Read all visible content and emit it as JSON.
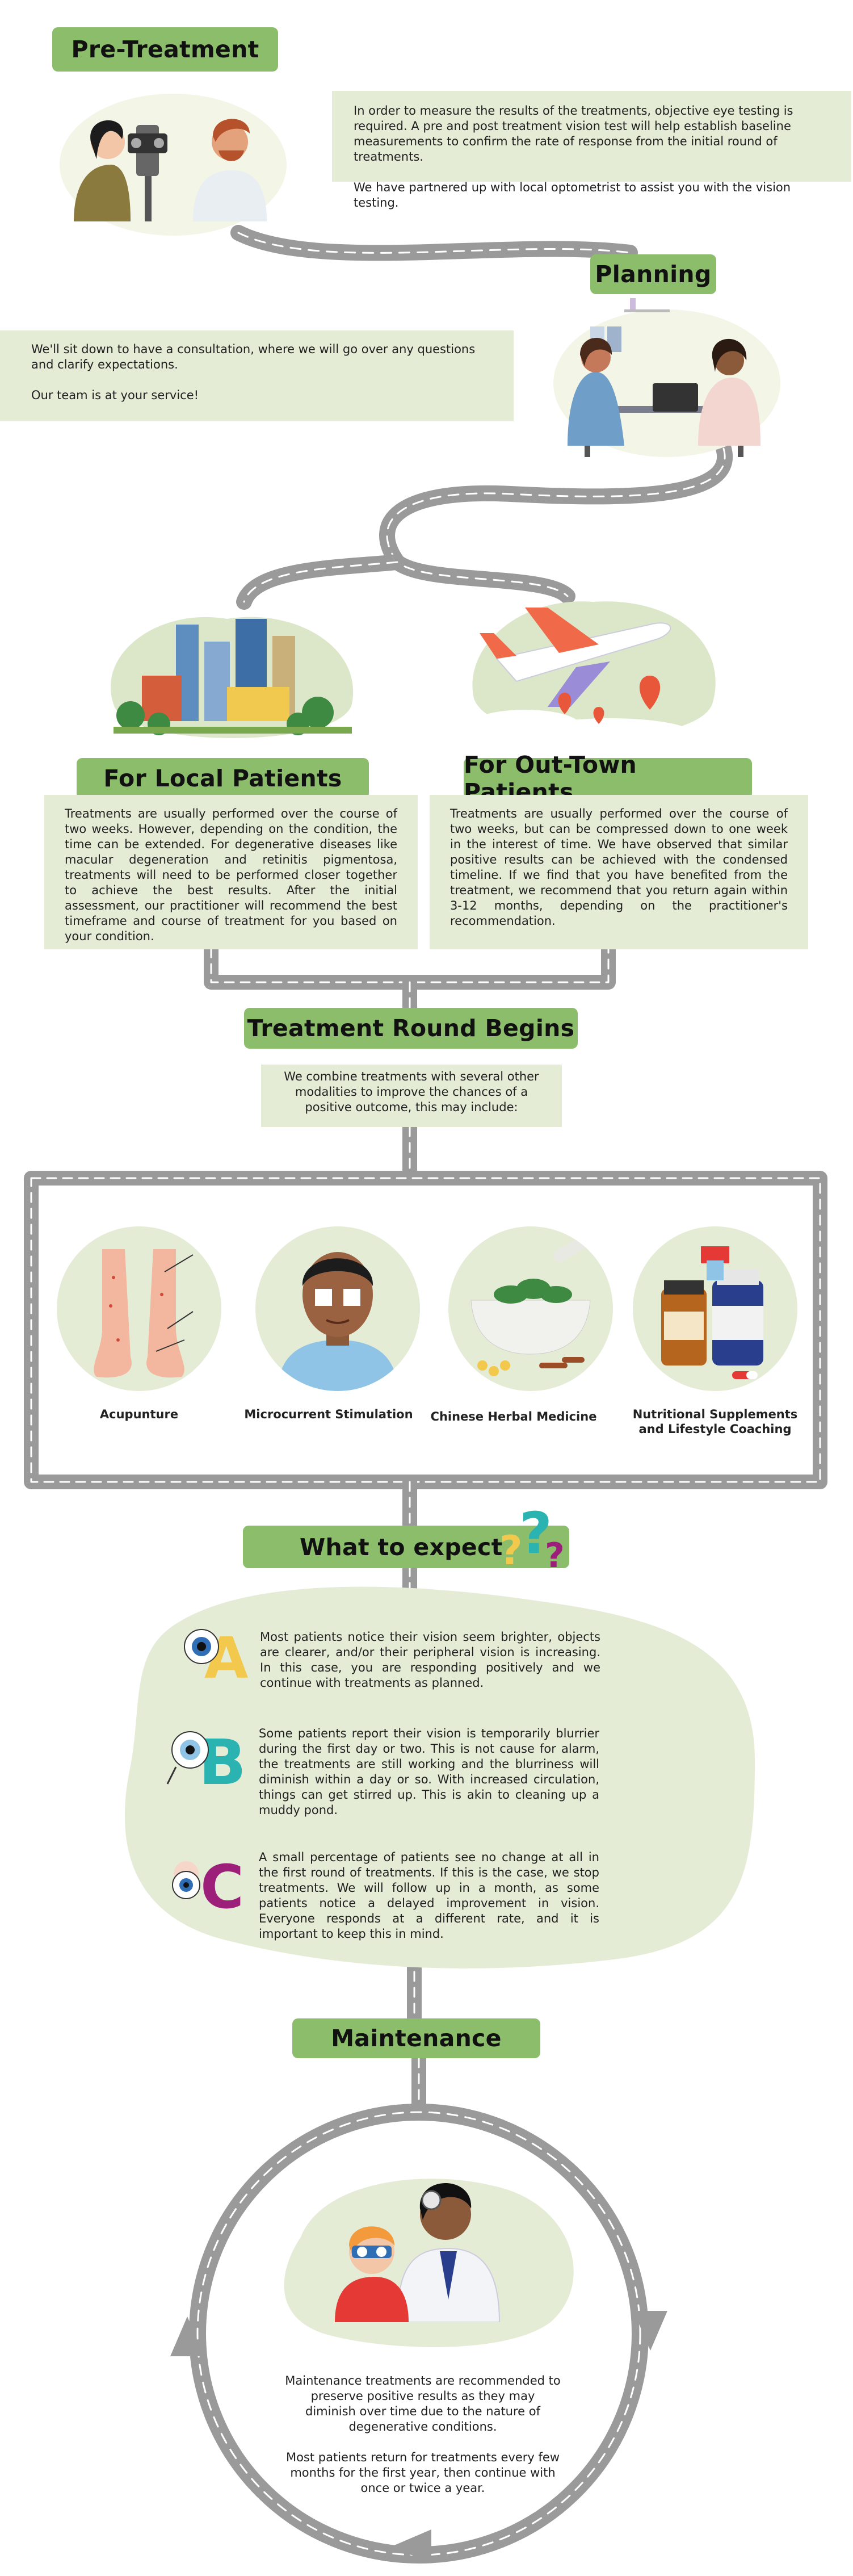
{
  "colors": {
    "accent_green": "#8cbd6a",
    "panel_green": "#e4ecd6",
    "road_gray": "#9a9a9a",
    "road_dash": "#ffffff"
  },
  "pretreatment": {
    "title": "Pre-Treatment",
    "paragraphs": [
      "In order to measure the results of the treatments, objective eye testing is required. A pre and post treatment vision test will help establish baseline measurements to confirm the rate of response from the initial round of treatments.",
      "We have partnered up with local optometrist to assist you with the vision testing."
    ]
  },
  "planning": {
    "title": "Planning",
    "paragraphs": [
      "We'll sit down to have a consultation, where we will go over any questions and clarify expectations.",
      "Our team is at your service!"
    ]
  },
  "local": {
    "title": "For Local Patients",
    "text": "Treatments are usually performed over the course of two weeks. However, depending on the condition, the time can be extended. For degenerative diseases like macular degeneration and retinitis pigmentosa, treatments will need to be performed closer together to achieve the best results. After the initial assessment, our practitioner will recommend the best timeframe and course of treatment for you based on your condition."
  },
  "outtown": {
    "title": "For Out-Town Patients",
    "text": "Treatments are usually performed over the course of two weeks, but can be compressed down to one week in the interest of time. We have observed that similar positive results can be achieved with the condensed timeline. If we find that you have benefited from the treatment, we recommend that you return again within 3-12 months, depending on the practitioner's recommendation."
  },
  "round": {
    "title": "Treatment Round Begins",
    "text": "We combine treatments with several other modalities to improve the chances of a positive outcome, this may include:"
  },
  "modalities": [
    {
      "label": "Acupunture",
      "icon": "feet-acupuncture-icon"
    },
    {
      "label": "Microcurrent Stimulation",
      "icon": "microcurrent-face-icon"
    },
    {
      "label": "Chinese Herbal Medicine",
      "icon": "herbal-mortar-icon"
    },
    {
      "label": "Nutritional Supplements and Lifestyle Coaching",
      "icon": "supplement-bottles-icon"
    }
  ],
  "expect": {
    "title": "What to expect",
    "items": [
      {
        "letter": "A",
        "text": "Most patients notice their vision seem brighter, objects are clearer, and/or their peripheral vision is increasing. In this case, you are responding positively and we continue with treatments as planned."
      },
      {
        "letter": "B",
        "text": "Some patients report their vision is temporarily blurrier during the first day or two. This is not cause for alarm, the treatments are still working and the blurriness will diminish within a day or so. With increased circulation, things can get stirred up. This is akin to cleaning up a muddy pond."
      },
      {
        "letter": "C",
        "text": "A small percentage of patients see no change at all in the first round of treatments. If this is the case, we stop treatments. We will follow up in a month, as some patients notice a delayed improvement in vision. Everyone responds at a different rate, and it is important to keep this in mind."
      }
    ]
  },
  "maintenance": {
    "title": "Maintenance",
    "paragraphs": [
      "Maintenance treatments are recommended to preserve positive results as they may diminish over time due to the nature of degenerative conditions.",
      "Most patients return for treatments every few months for the first year, then continue with once or twice a year."
    ]
  }
}
